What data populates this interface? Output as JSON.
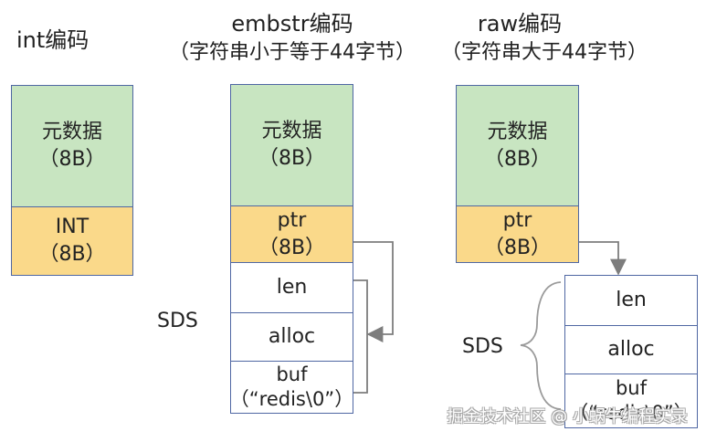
{
  "titles": {
    "int": "int编码",
    "embstr_line1": "embstr编码",
    "embstr_line2": "（字符串小于等于44字节）",
    "raw_line1": "raw编码",
    "raw_line2": "（字符串大于44字节）"
  },
  "int_block": {
    "metadata_line1": "元数据",
    "metadata_line2": "（8B）",
    "int_line1": "INT",
    "int_line2": "（8B）"
  },
  "embstr_block": {
    "metadata_line1": "元数据",
    "metadata_line2": "（8B）",
    "ptr_line1": "ptr",
    "ptr_line2": "（8B）",
    "sds_label": "SDS",
    "len": "len",
    "alloc": "alloc",
    "buf_line1": "buf",
    "buf_line2": "（“redis\\0”）"
  },
  "raw_block": {
    "metadata_line1": "元数据",
    "metadata_line2": "（8B）",
    "ptr_line1": "ptr",
    "ptr_line2": "（8B）",
    "sds_label": "SDS",
    "len": "len",
    "alloc": "alloc",
    "buf_line1": "buf",
    "buf_line2": "（“redis\\0”）"
  },
  "watermark": "掘金技术社区 @ 小蜗牛编程实录",
  "colors": {
    "metadata": "#c8e5c1",
    "pointer": "#fad98a",
    "border": "#4f67a3",
    "arrow": "#7d7d7d"
  }
}
